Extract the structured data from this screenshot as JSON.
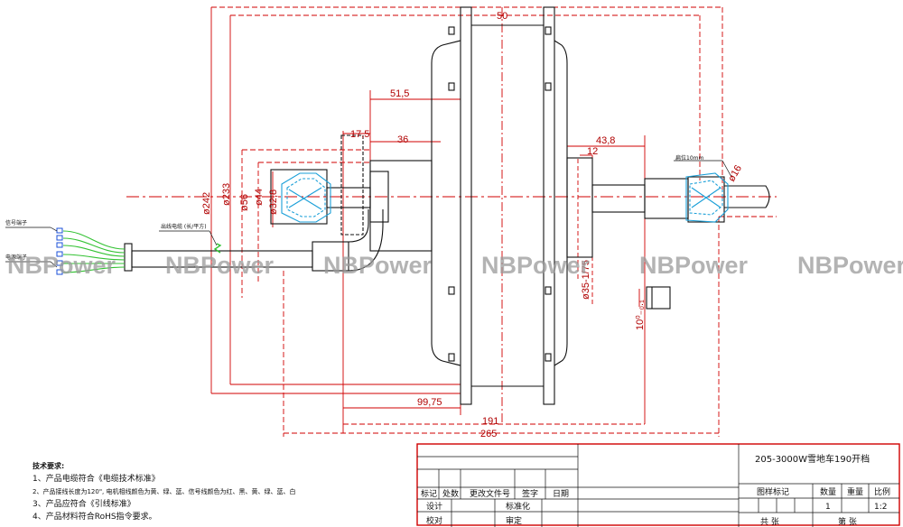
{
  "dimensions": {
    "d50": "50",
    "d51_5": "51,5",
    "d17_5": "17,5",
    "d36": "36",
    "d43_8": "43,8",
    "d12": "12",
    "d99_75": "99,75",
    "d191": "191",
    "d265": "265",
    "phi242": "ø242",
    "phi233": "ø233",
    "phi56": "ø56",
    "phi44": "ø44",
    "phi32_8": "ø32,8",
    "phi35_175": "ø35-1/75",
    "phi16": "ø16",
    "d10_tol": "10⁰₋₀.₁",
    "flat_label": "扁位10mm"
  },
  "callouts": {
    "signal_wire": "信号端子",
    "power_wire": "电源端子",
    "cable_label": "出线电缆 (长/平方)"
  },
  "watermark": "NBPower",
  "notes": {
    "title": "技术要求:",
    "lines": [
      "1、产品电缆符合《电缆技术标准》",
      "2、产品接线长度为120\", 电机相线颜色为黄、绿、蓝、信号线颜色为红、黑、黄、绿、蓝、白",
      "3、产品应符合《引线标准》",
      "4、产品材料符合RoHS指令要求。"
    ]
  },
  "title_block": {
    "title": "205-3000W雪地车190开档",
    "header": [
      "标记",
      "处数",
      "更改文件号",
      "签字",
      "日期"
    ],
    "rows": [
      "设计",
      "标准化",
      "校对",
      "审定"
    ],
    "right_header": [
      "图样标记",
      "数量",
      "重量",
      "比例"
    ],
    "qty": "1",
    "scale": "1:2",
    "sheet_total": "共 张",
    "sheet_no": "第 张"
  },
  "colors": {
    "dimension_line": "#d00000",
    "outline": "#111111",
    "bearing_hatch": "#1a9fd8",
    "wire_green": "#33c233",
    "watermark": "#9a9a9a"
  }
}
